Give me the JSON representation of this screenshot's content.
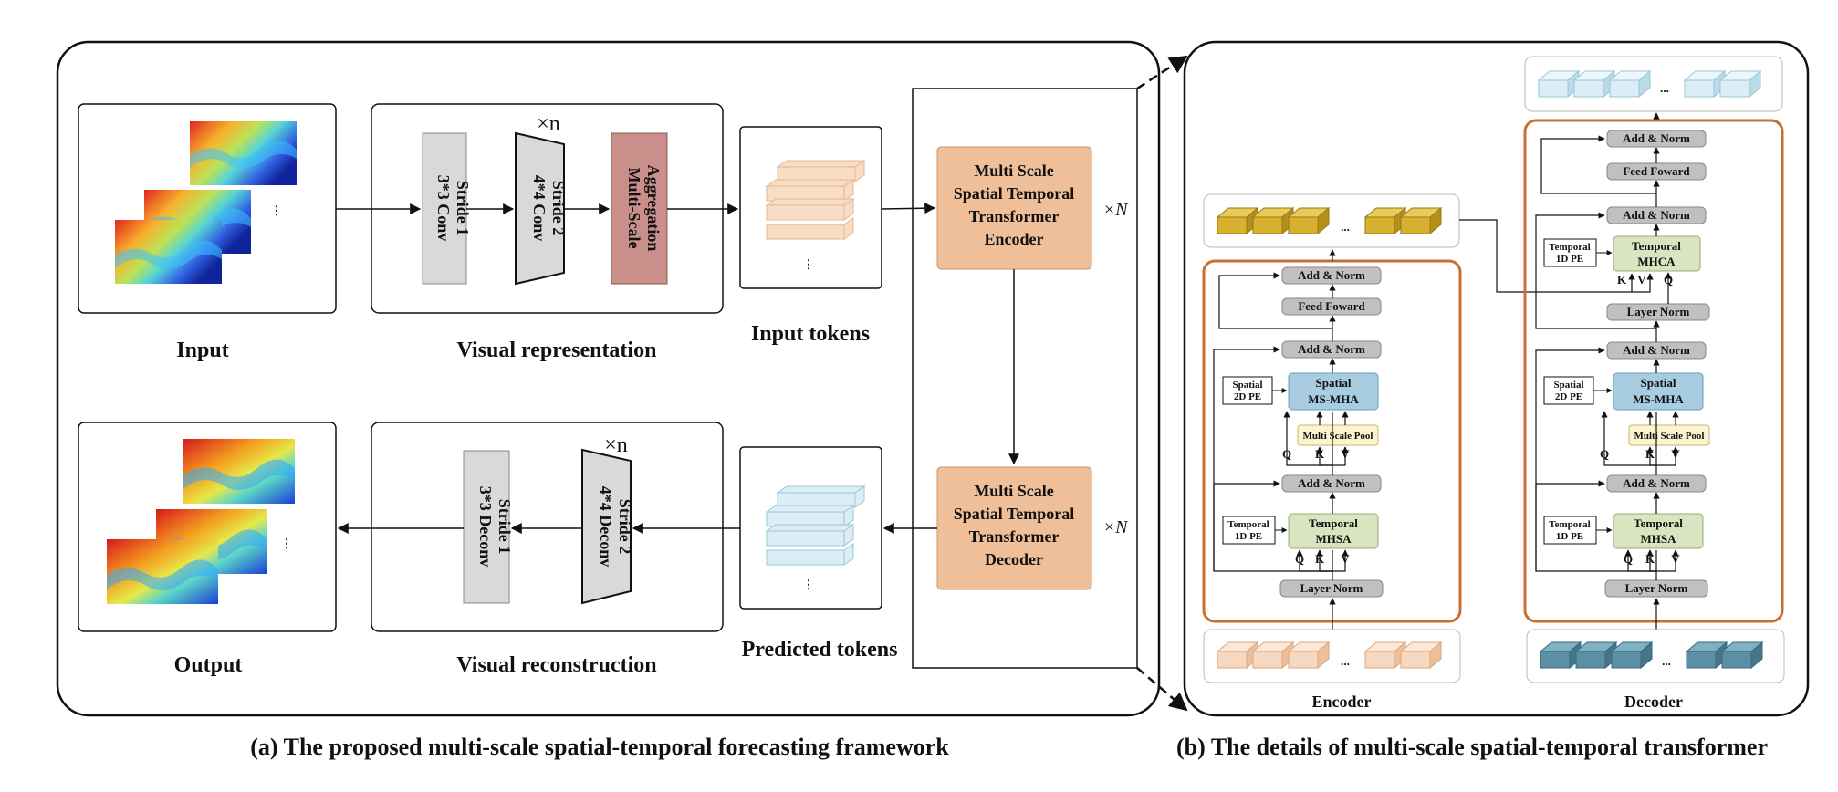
{
  "caption_left": "(a) The proposed multi-scale spatial-temporal forecasting framework",
  "caption_right": "(b) The details of multi-scale spatial-temporal transformer",
  "left": {
    "input_label": "Input",
    "output_label": "Output",
    "visual_representation_label": "Visual representation",
    "visual_reconstruction_label": "Visual reconstruction",
    "input_tokens_label": "Input tokens",
    "predicted_tokens_label": "Predicted tokens",
    "conv1": [
      "3*3 Conv",
      "Stride 1"
    ],
    "conv2": [
      "4*4 Conv",
      "Stride 2"
    ],
    "aggregation": [
      "Multi-Scale",
      "Aggregation"
    ],
    "deconv1": [
      "3*3 Deconv",
      "Stride 1"
    ],
    "deconv2": [
      "4*4 Deconv",
      "Stride 2"
    ],
    "repeat_n": "×n",
    "repeat_N": "×N",
    "ellipsis": "⋮",
    "encoder_lines": [
      "Multi Scale",
      "Spatial Temporal",
      "Transformer",
      "Encoder"
    ],
    "decoder_lines": [
      "Multi Scale",
      "Spatial Temporal",
      "Transformer",
      "Decoder"
    ]
  },
  "right": {
    "encoder_label": "Encoder",
    "decoder_label": "Decoder",
    "add_norm": "Add & Norm",
    "feed_forward": "Feed Foward",
    "layer_norm": "Layer  Norm",
    "spatial_mha": [
      "Spatial",
      "MS-MHA"
    ],
    "temporal_mhsa": [
      "Temporal",
      "MHSA"
    ],
    "temporal_mhca": [
      "Temporal",
      "MHCA"
    ],
    "multi_scale_pool": "Multi Scale Pool",
    "spatial_pe": [
      "Spatial",
      "2D PE"
    ],
    "temporal_pe": [
      "Temporal",
      "1D PE"
    ],
    "q": "Q",
    "k": "K",
    "v": "V",
    "dots": "..."
  },
  "colors": {
    "encoder_block": "#eebf98",
    "conv_gray": "#d9d9d9",
    "aggregation": "#c9908b",
    "orange_outline": "#c8702f",
    "spatial_blue": "#a8cde0",
    "temporal_green": "#d9e5c1",
    "pool_yellow": "#fdf3cf",
    "gray_pill": "#c0c0c0",
    "gold_token": "#d8b030",
    "peach_token": "#f6d7bf",
    "light_blue_token": "#d8ebf3",
    "teal_token": "#5a8fa5"
  }
}
